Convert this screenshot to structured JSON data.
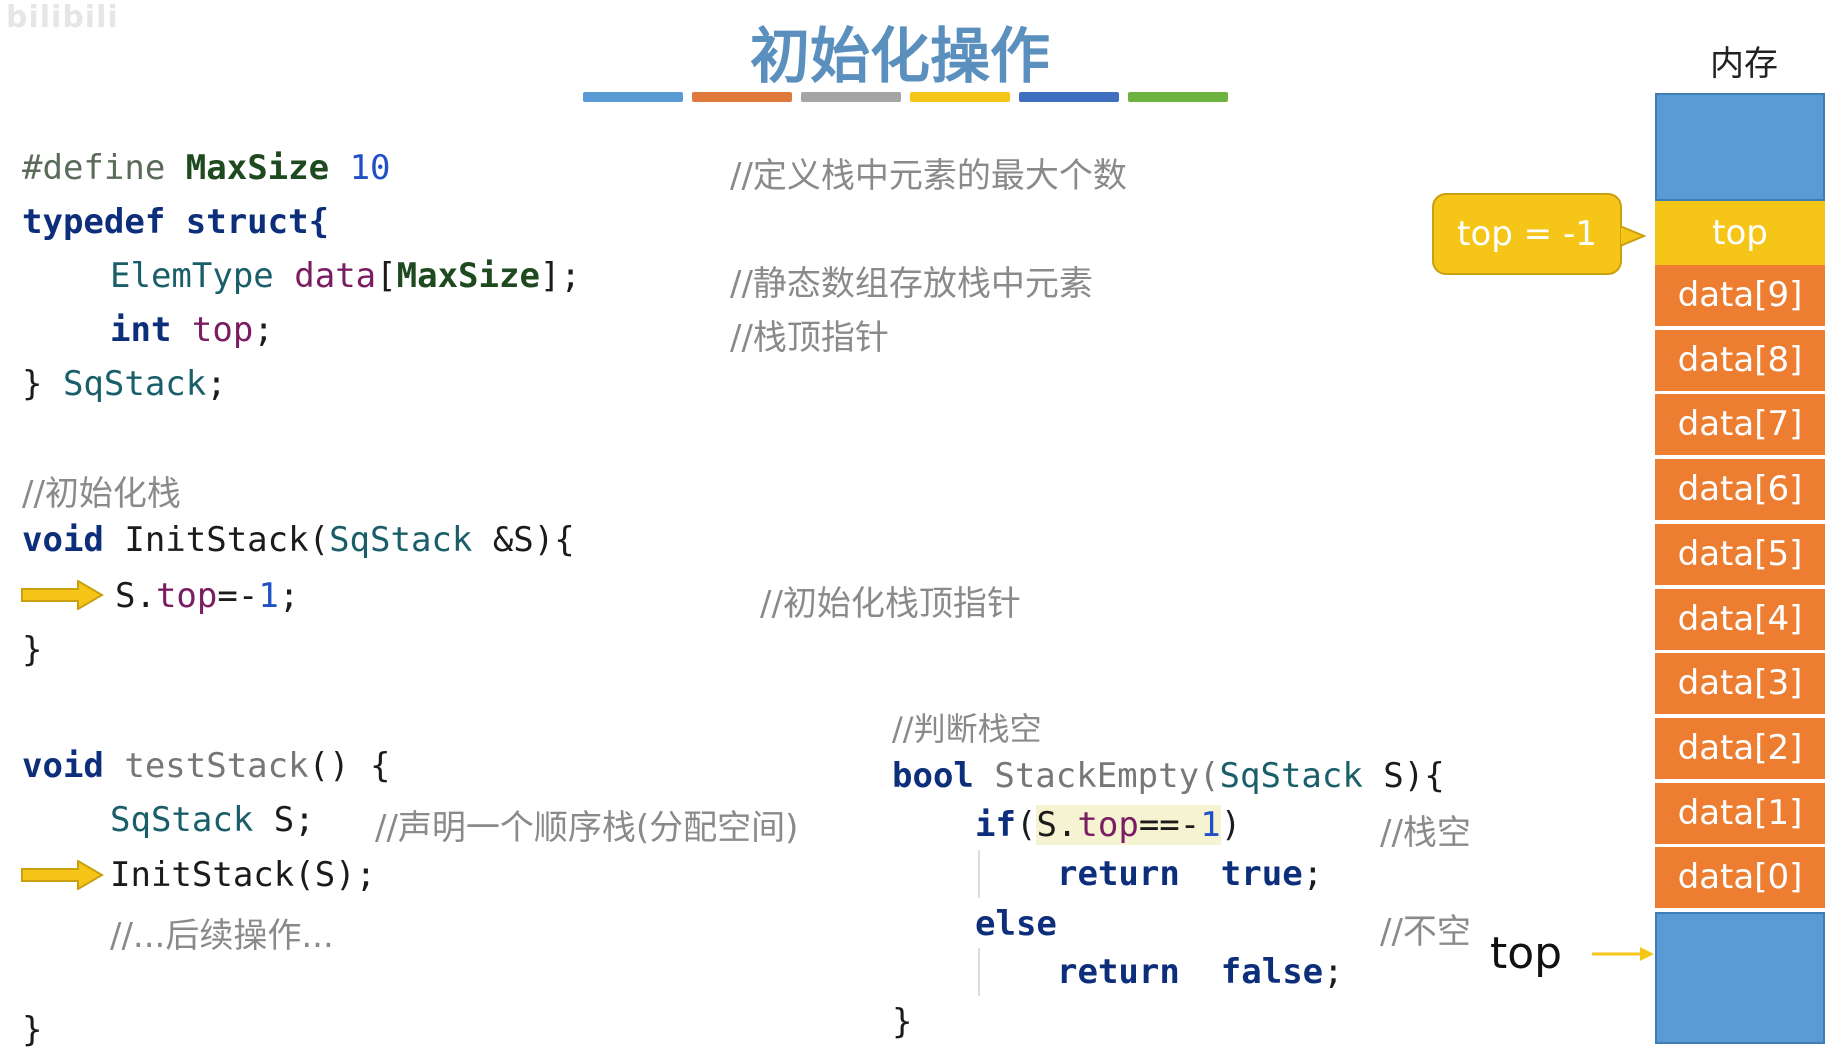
{
  "watermark": "bilibili",
  "title": "初始化操作",
  "title_bar_colors": [
    "#5b9bd5",
    "#e07a3c",
    "#a5a5a5",
    "#f5c518",
    "#3f6fbf",
    "#6cb33f"
  ],
  "code_struct": {
    "define_kw": "#define",
    "define_name": "MaxSize",
    "define_value": "10",
    "comment_define": "//定义栈中元素的最大个数",
    "typedef_line": "typedef struct{",
    "field_type": "ElemType",
    "field_data": "data",
    "field_size": "MaxSize",
    "comment_data": "//静态数组存放栈中元素",
    "int_kw": "int",
    "top_field": "top",
    "comment_top": "//栈顶指针",
    "closing": "} ",
    "struct_name": "SqStack",
    "semicolon": ";"
  },
  "code_init": {
    "comment": "//初始化栈",
    "void_kw": "void",
    "fn_name": " InitStack(",
    "param_type": "SqStack",
    "param_rest": " &S){",
    "body_s": "S.",
    "body_top": "top",
    "body_eq": "=-",
    "body_num": "1",
    "body_semi": ";",
    "comment_body": "//初始化栈顶指针",
    "close": "}"
  },
  "code_test": {
    "void_kw": "void",
    "fn_name": " testStack",
    "fn_rest": "() {",
    "decl_type": "SqStack",
    "decl_rest": " S;",
    "comment_decl": "//声明一个顺序栈(分配空间)",
    "call": "InitStack(S);",
    "comment_more": "//...后续操作...",
    "close": "}"
  },
  "code_empty": {
    "comment": "//判断栈空",
    "bool_kw": "bool",
    "fn_name": " StackEmpty(",
    "param_type": "SqStack",
    "param_rest": " S){",
    "if_kw": "if",
    "cond_open": "(",
    "cond_s": "S.",
    "cond_top": "top",
    "cond_eq": "==-",
    "cond_num": "1",
    "cond_close": ")",
    "comment_empty": "//栈空",
    "return_kw": "return",
    "true_kw": "true",
    "else_kw": "else",
    "comment_not_empty": "//不空",
    "false_kw": "false",
    "semi": ";",
    "close": "}"
  },
  "memory": {
    "title": "内存",
    "top_cell": "top",
    "cells": [
      "data[9]",
      "data[8]",
      "data[7]",
      "data[6]",
      "data[5]",
      "data[4]",
      "data[3]",
      "data[2]",
      "data[1]",
      "data[0]"
    ],
    "callout": "top = -1",
    "pointer_label": "top"
  },
  "colors": {
    "arrow_yellow": "#f5c518",
    "cell_orange": "#ed7d31",
    "block_blue": "#5b9bd5"
  }
}
